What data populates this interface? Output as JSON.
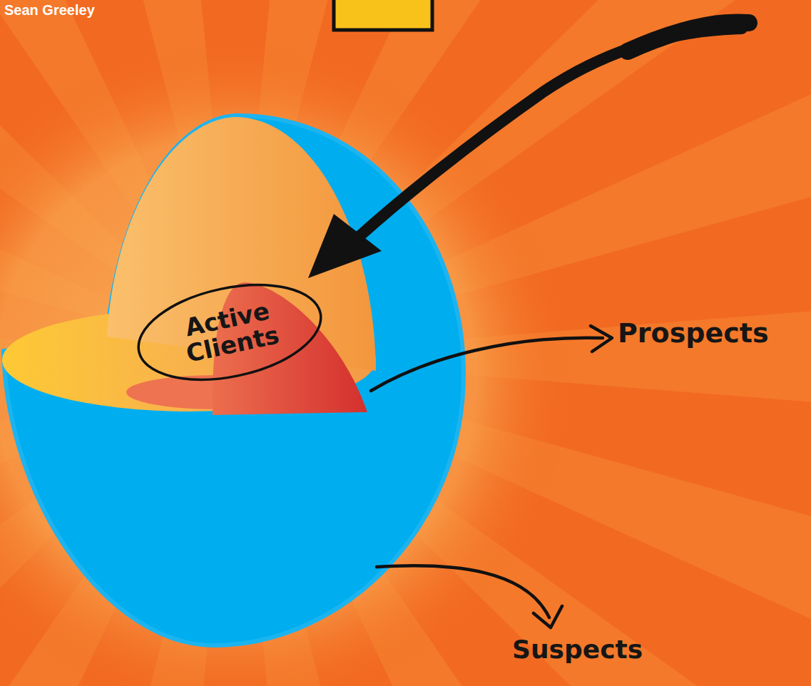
{
  "diagram": {
    "nodes": [
      {
        "text": [
          "Suspects"
        ]
      },
      {
        "text": [
          "Prospects"
        ],
        "in": 0
      },
      {
        "text": [
          "Active Clients"
        ],
        "in": 1
      }
    ],
    "labels": [
      "Sean Greeley"
    ]
  }
}
